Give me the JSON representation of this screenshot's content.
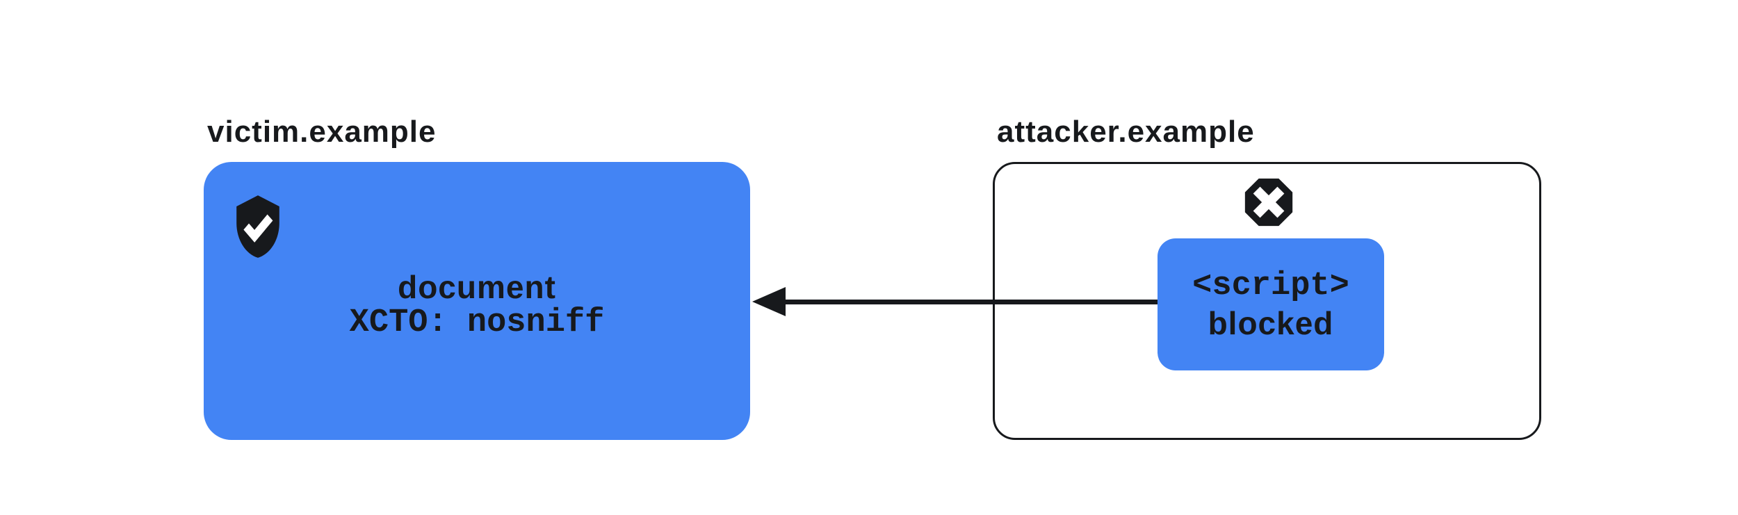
{
  "background_color": "#ffffff",
  "colors": {
    "accent_blue": "#4384f4",
    "ink_black": "#17191c",
    "icon_check_white": "#ffffff"
  },
  "victim": {
    "label": "victim.example",
    "icon": "shield-check-icon",
    "line1": "document",
    "line2": "XCTO: nosniff"
  },
  "attacker": {
    "label": "attacker.example",
    "icon": "octagon-x-icon",
    "line1": "<script>",
    "line2": "blocked"
  },
  "arrow": {
    "direction": "right-to-left",
    "from": "attacker script box",
    "to": "victim document box"
  }
}
